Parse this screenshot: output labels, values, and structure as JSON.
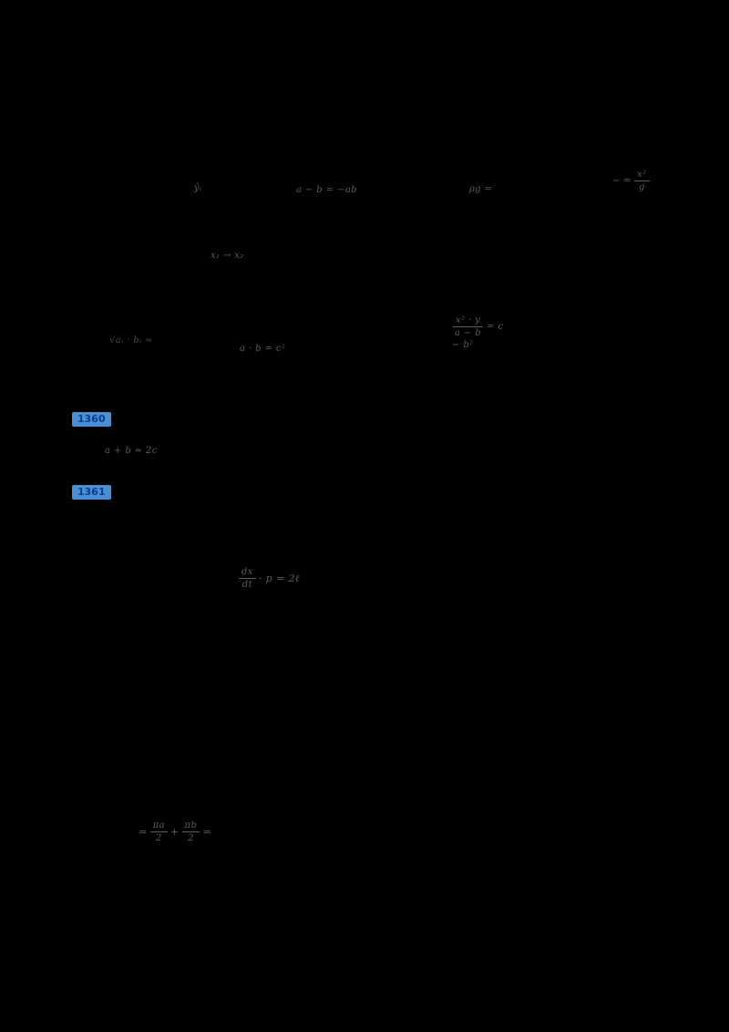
{
  "page": {
    "background": "#000000",
    "ink_color": "#5d5d5d",
    "accent_bg": "#4a8fd4",
    "accent_text": "#0a3d91"
  },
  "badges": [
    {
      "label": "1360"
    },
    {
      "label": "1361"
    }
  ],
  "equations": {
    "eq1": {
      "text": "ŷᵢ"
    },
    "eq2": {
      "text": "a − b = −ab"
    },
    "eq3": {
      "text": "ρg ="
    },
    "eq4": {
      "prefix": "− =",
      "num": "x²",
      "den": "g"
    },
    "eq5": {
      "text": "x₁ → x₂"
    },
    "eq6": {
      "text": "√aᵢ · bᵢ ≈"
    },
    "eq7": {
      "text": "a · b = c²"
    },
    "eq8": {
      "num": "x² · y",
      "den": "a − b",
      "suffix": "= c",
      "below": "− b²"
    },
    "eq9": {
      "text": "a + b ≈ 2c"
    },
    "eq10": {
      "num": "dx",
      "den": "dt",
      "suffix": "· p = 2ℓ"
    },
    "eq11": {
      "prefix": "=",
      "f1num": "πa",
      "f1den": "2",
      "mid": "+",
      "f2num": "πb",
      "f2den": "2",
      "suffix": "="
    }
  }
}
